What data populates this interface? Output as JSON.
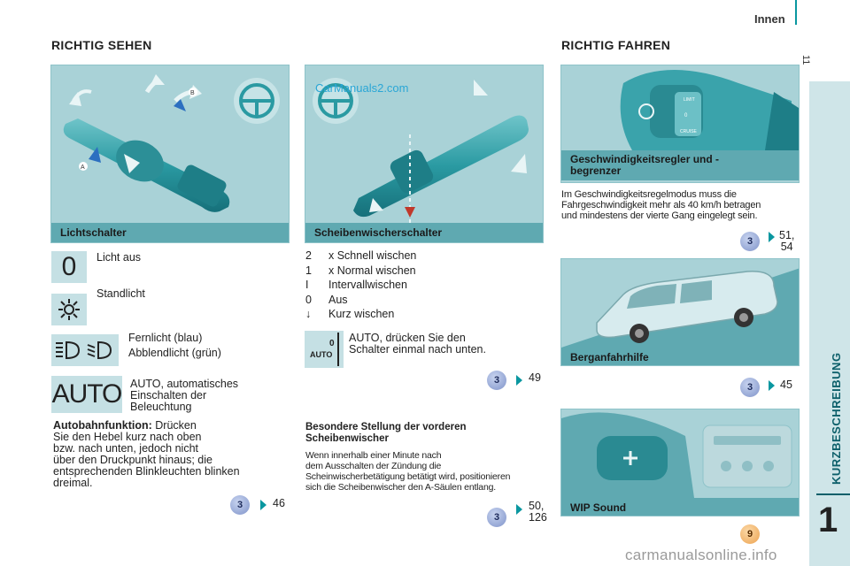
{
  "header": {
    "title": "Innen",
    "page_number": "11"
  },
  "sidebar": {
    "label": "KURZBESCHREIBUNG",
    "chapter": "1"
  },
  "watermarks": {
    "top": "CarManuals2.com",
    "bottom": "carmanualsonline.info"
  },
  "left": {
    "heading": "RICHTIG SEHEN",
    "panel_caption": "Lichtschalter",
    "figure_labels": {
      "a": "A",
      "b": "B"
    },
    "items": {
      "off": "Licht aus",
      "parking": "Standlicht",
      "high": "Fernlicht (blau)",
      "low": "Abblendlicht (grün)",
      "auto_line1": "AUTO, automatisches",
      "auto_line2": "Einschalten der",
      "auto_line3": "Beleuchtung",
      "auto_symbol": "AUTO",
      "off_symbol": "0"
    },
    "motorway": {
      "lead": "Autobahnfunktion:",
      "lead_rest": " Drücken",
      "line2": "Sie den Hebel kurz nach oben",
      "line3": "bzw. nach unten, jedoch nicht",
      "line4": "über den Druckpunkt hinaus; die",
      "line5": "entsprechenden Blinkleuchten blinken",
      "line6": "dreimal."
    },
    "ref": {
      "chapter": "3",
      "page": "46"
    }
  },
  "middle": {
    "panel_caption": "Scheibenwischerschalter",
    "wiper_list": [
      {
        "key": "2",
        "text": "x Schnell wischen"
      },
      {
        "key": "1",
        "text": "x Normal wischen"
      },
      {
        "key": "I",
        "text": "Intervallwischen"
      },
      {
        "key": "0",
        "text": "Aus"
      },
      {
        "key": "↓",
        "text": "Kurz wischen"
      }
    ],
    "auto_tile": {
      "zero": "0",
      "auto": "AUTO"
    },
    "auto_text_line1": "AUTO, drücken Sie den",
    "auto_text_line2": "Schalter einmal nach unten.",
    "ref1": {
      "chapter": "3",
      "page": "49"
    },
    "special": {
      "title_line1": "Besondere Stellung der vorderen",
      "title_line2": "Scheibenwischer",
      "body_line1": "Wenn innerhalb einer Minute nach",
      "body_line2": "dem Ausschalten der Zündung die",
      "body_line3": "Scheinwischerbetätigung betätigt wird, positionieren",
      "body_line4": "sich die Scheibenwischer den A-Säulen entlang."
    },
    "ref2": {
      "chapter": "3",
      "page_line1": "50,",
      "page_line2": "126"
    }
  },
  "right": {
    "heading": "RICHTIG FAHREN",
    "cruise": {
      "caption_line1": "Geschwindigkeitsregler und -",
      "caption_line2": "begrenzer",
      "switch_labels": {
        "limit": "LIMIT",
        "cruise": "CRUISE",
        "zero": "0"
      },
      "text_line1": "Im Geschwindigkeitsregelmodus muss die",
      "text_line2": "Fahrgeschwindigkeit mehr als 40 km/h betragen",
      "text_line3": "und mindestens der vierte Gang eingelegt sein.",
      "ref": {
        "chapter": "3",
        "page_line1": "51,",
        "page_line2": "54"
      }
    },
    "hill": {
      "caption": "Berganfahrhilfe",
      "ref": {
        "chapter": "3",
        "page": "45"
      }
    },
    "wip": {
      "caption": "WIP Sound",
      "ref": {
        "chapter": "9"
      }
    }
  },
  "colors": {
    "accent": "#0a97a0",
    "panel_bg": "#a9d2d7",
    "caption_bg": "#5fa9b1",
    "sidebar_bg": "#cfe5e8"
  }
}
